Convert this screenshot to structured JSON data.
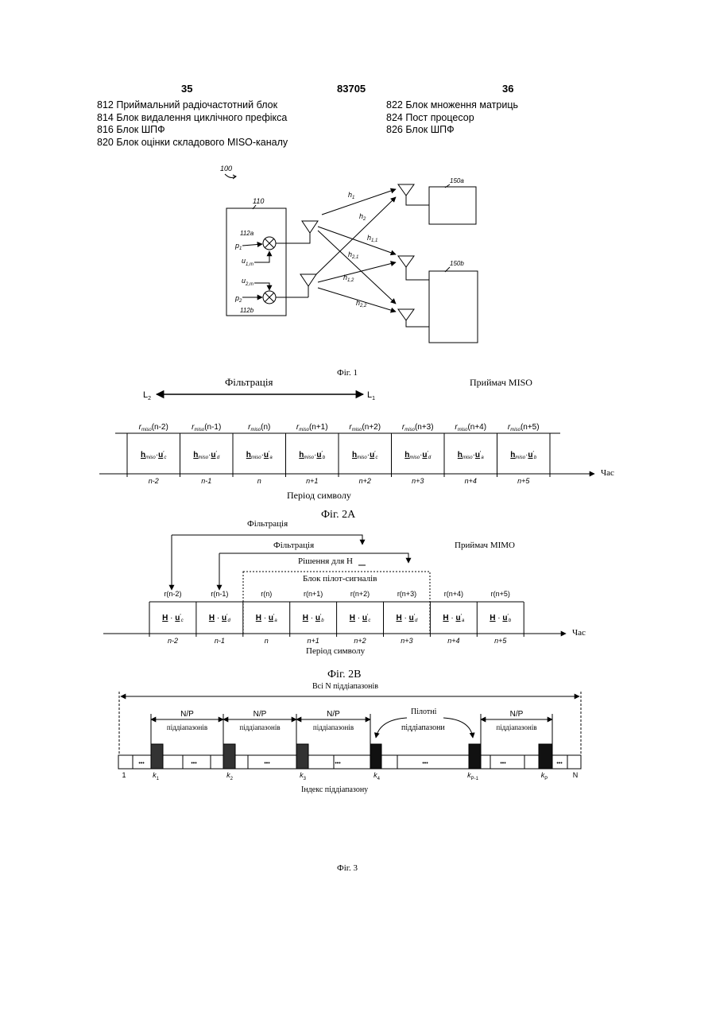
{
  "header": {
    "page_left": "35",
    "doc_number": "83705",
    "page_right": "36"
  },
  "legend": {
    "left": [
      "812 Приймальний радіочастотний блок",
      "814 Блок видалення циклічного префікса",
      "816 Блок ШПФ",
      "820 Блок оцінки складового MISO-каналу"
    ],
    "right": [
      "822 Блок множення матриць",
      "824 Пост процесор",
      "826 Блок ШПФ"
    ]
  },
  "fig1": {
    "system_label": "100",
    "tx_label": "110",
    "mod_a": "112a",
    "mod_b": "112b",
    "p1": "p",
    "p1_sub": "1",
    "p2": "p",
    "p2_sub": "2",
    "u1": "u",
    "u1_sub": "1,m",
    "u2": "u",
    "u2_sub": "2,m",
    "rx_a": "150a",
    "rx_b": "150b",
    "channels": [
      {
        "name": "h",
        "sub": "1"
      },
      {
        "name": "h",
        "sub": "2"
      },
      {
        "name": "h",
        "sub": "1,1"
      },
      {
        "name": "h",
        "sub": "2,1"
      },
      {
        "name": "h",
        "sub": "1,2"
      },
      {
        "name": "h",
        "sub": "2,2"
      }
    ],
    "caption": "Фіг. 1"
  },
  "fig2a": {
    "filter_label": "Фільтрація",
    "left_bound": "L",
    "left_bound_sub": "2",
    "right_bound": "L",
    "right_bound_sub": "1",
    "receiver": "Приймач MISO",
    "signals": [
      {
        "base": "r",
        "sub": "miso",
        "arg": "(n-2)"
      },
      {
        "base": "r",
        "sub": "miso",
        "arg": "(n-1)"
      },
      {
        "base": "r",
        "sub": "miso",
        "arg": "(n)"
      },
      {
        "base": "r",
        "sub": "miso",
        "arg": "(n+1)"
      },
      {
        "base": "r",
        "sub": "miso",
        "arg": "(n+2)"
      },
      {
        "base": "r",
        "sub": "miso",
        "arg": "(n+3)"
      },
      {
        "base": "r",
        "sub": "miso",
        "arg": "(n+4)"
      },
      {
        "base": "r",
        "sub": "miso",
        "arg": "(n+5)"
      }
    ],
    "cells": [
      {
        "h": "h",
        "h_sub": "miso",
        "u": "u",
        "u_sub": "c"
      },
      {
        "h": "h",
        "h_sub": "miso",
        "u": "u",
        "u_sub": "d"
      },
      {
        "h": "h",
        "h_sub": "miso",
        "u": "u",
        "u_sub": "a"
      },
      {
        "h": "h",
        "h_sub": "miso",
        "u": "u",
        "u_sub": "b"
      },
      {
        "h": "h",
        "h_sub": "miso",
        "u": "u",
        "u_sub": "c"
      },
      {
        "h": "h",
        "h_sub": "miso",
        "u": "u",
        "u_sub": "d"
      },
      {
        "h": "h",
        "h_sub": "miso",
        "u": "u",
        "u_sub": "a"
      },
      {
        "h": "h",
        "h_sub": "miso",
        "u": "u",
        "u_sub": "b"
      }
    ],
    "periods": [
      "n-2",
      "n-1",
      "n",
      "n+1",
      "n+2",
      "n+3",
      "n+4",
      "n+5"
    ],
    "time": "Час",
    "axis": "Період символу",
    "caption": "Фіг. 2А"
  },
  "fig2b": {
    "filter_outer": "Фільтрація",
    "filter_inner": "Фільтрація",
    "decision": "Рішення для H",
    "pilot_block": "Блок пілот-сигналів",
    "receiver": "Приймач MIMO",
    "signals": [
      "r(n-2)",
      "r(n-1)",
      "r(n)",
      "r(n+1)",
      "r(n+2)",
      "r(n+3)",
      "r(n+4)",
      "r(n+5)"
    ],
    "cells": [
      {
        "h": "H",
        "u": "u",
        "u_sub": "c"
      },
      {
        "h": "H",
        "u": "u",
        "u_sub": "d"
      },
      {
        "h": "H",
        "u": "u",
        "u_sub": "a"
      },
      {
        "h": "H",
        "u": "u",
        "u_sub": "b"
      },
      {
        "h": "H",
        "u": "u",
        "u_sub": "c"
      },
      {
        "h": "H",
        "u": "u",
        "u_sub": "d"
      },
      {
        "h": "H",
        "u": "u",
        "u_sub": "a"
      },
      {
        "h": "H",
        "u": "u",
        "u_sub": "b"
      }
    ],
    "periods": [
      "n-2",
      "n-1",
      "n",
      "n+1",
      "n+2",
      "n+3",
      "n+4",
      "n+5"
    ],
    "time": "Час",
    "axis": "Період символу",
    "caption": "Фіг. 2В"
  },
  "fig3": {
    "all_bands": "Всі N піддіапазонів",
    "group_top": "N/P",
    "group_bottom": "піддіапазонів",
    "pilot_top": "Пілотні",
    "pilot_bottom": "піддіапазони",
    "dots": "•••",
    "ticks": [
      {
        "base": "1",
        "sub": ""
      },
      {
        "base": "k",
        "sub": "1"
      },
      {
        "base": "k",
        "sub": "2"
      },
      {
        "base": "k",
        "sub": "3"
      },
      {
        "base": "k",
        "sub": "4"
      },
      {
        "base": "k",
        "sub": "P-1"
      },
      {
        "base": "k",
        "sub": "P"
      },
      {
        "base": "N",
        "sub": ""
      }
    ],
    "axis": "Індекс піддіапазону",
    "caption": "Фіг. 3"
  }
}
